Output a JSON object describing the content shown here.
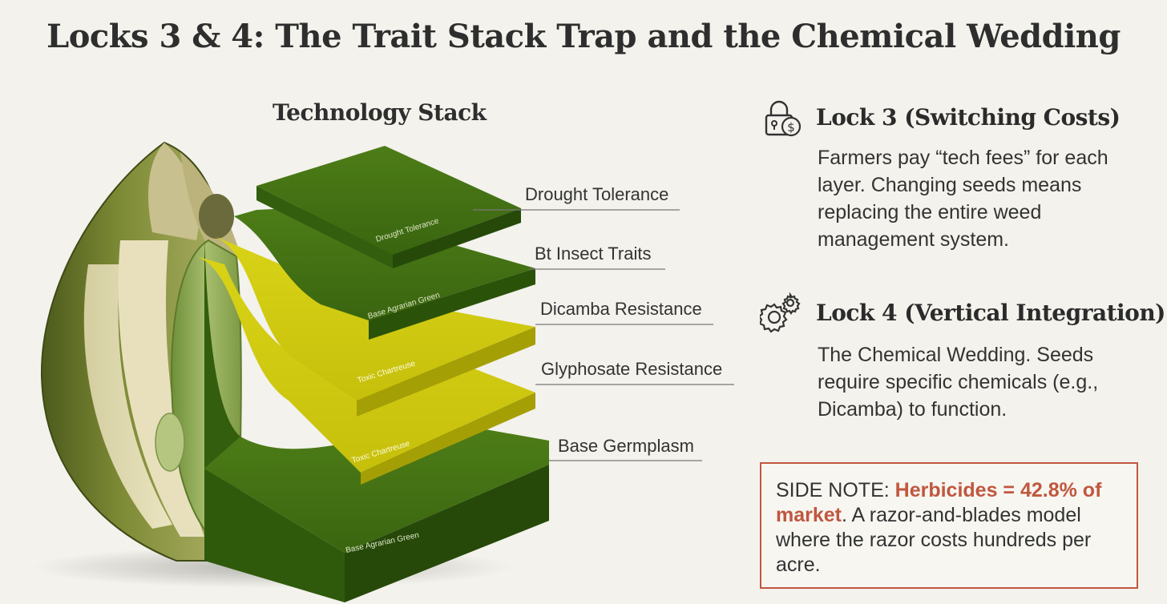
{
  "title": "Locks 3 & 4: The Trait Stack Trap and the Chemical Wedding",
  "stack_title": "Technology Stack",
  "layers": [
    {
      "label": "Drought Tolerance"
    },
    {
      "label": "Bt Insect Traits"
    },
    {
      "label": "Dicamba Resistance"
    },
    {
      "label": "Glyphosate Resistance"
    },
    {
      "label": "Base Germplasm"
    }
  ],
  "layer_surface_text": {
    "drought": "Drought Tolerance",
    "bt": "Base Agrarian Green",
    "dicamba": "Toxic Chartreuse",
    "glyphosate": "Toxic Chartreuse",
    "base": "Base Agrarian Green"
  },
  "lock3": {
    "icon": "padlock-dollar-icon",
    "heading": "Lock 3 (Switching Costs)",
    "body": "Farmers pay “tech fees” for each layer. Changing seeds means replacing the entire weed management system."
  },
  "lock4": {
    "icon": "gears-icon",
    "heading": "Lock 4 (Vertical Integration)",
    "body": "The Chemical Wedding. Seeds require specific chemicals (e.g., Dicamba) to function."
  },
  "side_note": {
    "prefix": "SIDE NOTE: ",
    "highlight": "Herbicides = 42.8% of market",
    "rest": ". A razor-and-blades model where the razor costs hundreds per acre."
  },
  "colors": {
    "background": "#f3f2ec",
    "dark_green": "#3f6b12",
    "chartreuse": "#d2cc10",
    "accent_red": "#c0573f"
  }
}
